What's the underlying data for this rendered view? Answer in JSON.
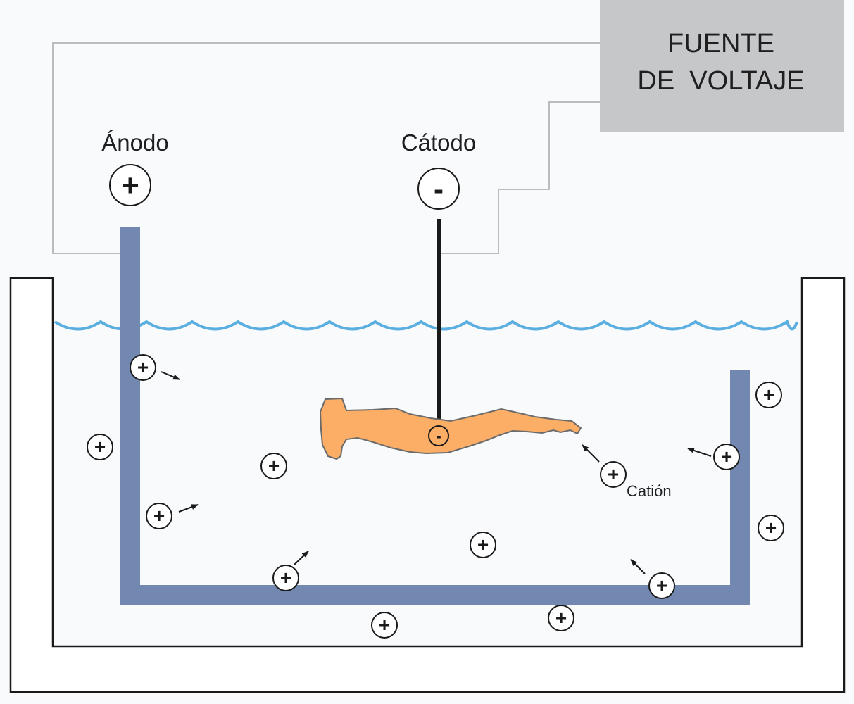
{
  "power_supply": {
    "line1": "FUENTE",
    "line2": "DE  VOLTAJE",
    "box_color": "#c5c7c9"
  },
  "anode": {
    "label": "Ánodo",
    "sign": "+",
    "color": "#7388b0"
  },
  "cathode": {
    "label": "Cátodo",
    "sign": "-",
    "wire_color": "#1a1a1a"
  },
  "object": {
    "sign": "-",
    "color": "#fcad66"
  },
  "cation": {
    "label": "Catión",
    "sign": "+"
  },
  "water_color": "#5aaee0",
  "wire_color": "#bcbcbc"
}
